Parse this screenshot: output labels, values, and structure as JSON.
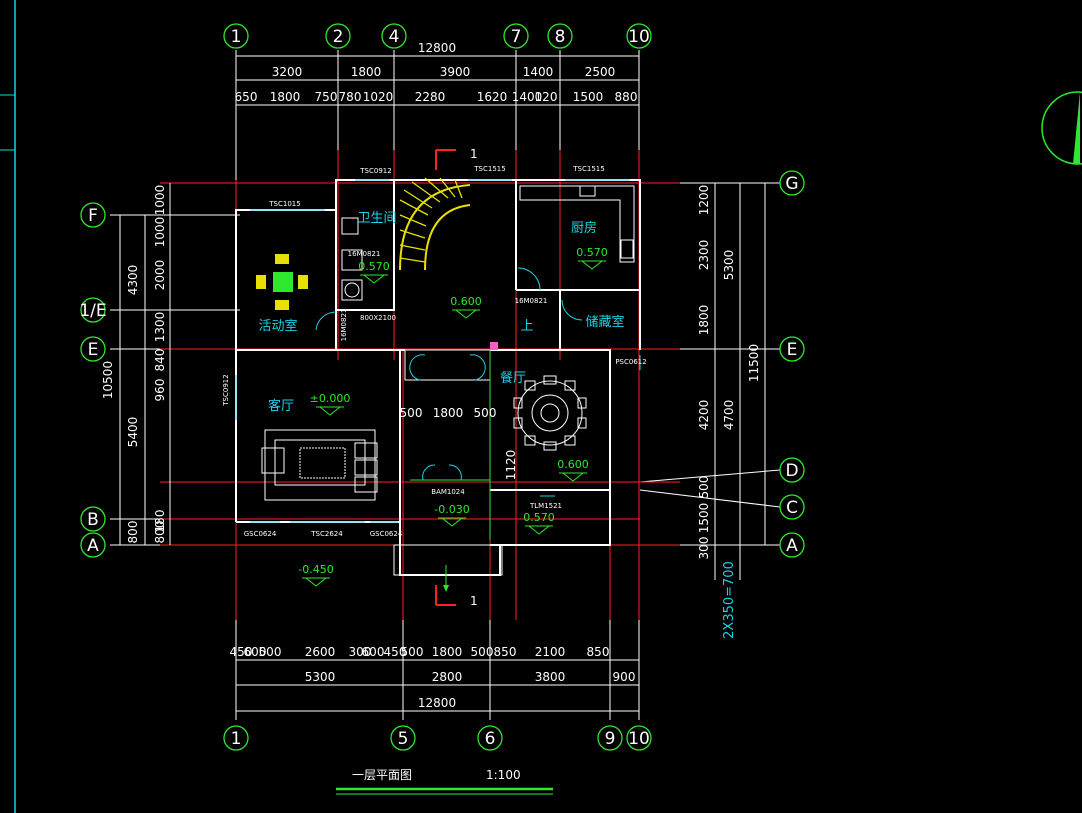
{
  "title": {
    "main": "一层平面图",
    "scale": "1:100"
  },
  "axes_top": [
    "1",
    "2",
    "4",
    "7",
    "8",
    "10"
  ],
  "axes_bottom": [
    "1",
    "5",
    "6",
    "9",
    "10"
  ],
  "axes_left": [
    "F",
    "1/E",
    "E",
    "B",
    "A"
  ],
  "axes_right": [
    "G",
    "E",
    "D",
    "C",
    "A"
  ],
  "dims": {
    "top_total": "12800",
    "top_row1": [
      "3200",
      "1800",
      "3900",
      "1400",
      "2500"
    ],
    "top_row2": [
      "650",
      "1800",
      "750",
      "780",
      "1020",
      "2280",
      "1620",
      "1400",
      "120",
      "1500",
      "880"
    ],
    "bottom_total": "12800",
    "bottom_row1": [
      "5300",
      "2800",
      "3800",
      "900"
    ],
    "bottom_row2": [
      "450",
      "600",
      "500",
      "2600",
      "300",
      "600",
      "450",
      "500",
      "1800",
      "500",
      "850",
      "2100",
      "850"
    ],
    "left_outer": [
      "4300",
      "10500",
      "5400",
      "800"
    ],
    "left_inner": [
      "1000",
      "1000",
      "2000",
      "1300",
      "840",
      "960",
      "180",
      "800"
    ],
    "right_inner": [
      "1200",
      "2300",
      "1800",
      "4200",
      "500",
      "1500",
      "300"
    ],
    "right_outer": [
      "5300",
      "4700",
      "11500"
    ],
    "stair_note": "2X350=700"
  },
  "rooms": {
    "bath": "卫生间",
    "activity": "活动室",
    "kitchen": "厨房",
    "storage": "储藏室",
    "living": "客厅",
    "dining": "餐厅",
    "up": "上"
  },
  "levels": [
    "0.570",
    "0.600",
    "0.570",
    "±0.000",
    "0.600",
    "-0.030",
    "0.570",
    "-0.450"
  ],
  "tags": [
    "TSC1015",
    "TSC0912",
    "TSC1515",
    "TSC1515",
    "16M0821",
    "16M0821",
    "800X2100",
    "16M0821",
    "TSC0912",
    "PSC0612",
    "BAM1024",
    "TLM1521",
    "GSC0624",
    "TSC2624",
    "GSC0624"
  ],
  "inner_dims": [
    "500",
    "1800",
    "500",
    "1120"
  ],
  "section_mark": "1",
  "colors": {
    "background": "#000000",
    "line": "#ffffff",
    "cyan": "#19d3e6",
    "green": "#2ee82e",
    "red": "#ff2020",
    "yellow": "#e8e000"
  }
}
